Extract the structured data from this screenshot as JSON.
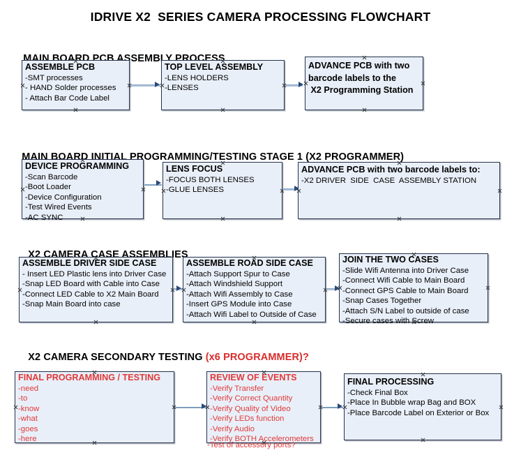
{
  "title": "IDRIVE X2  SERIES CAMERA PROCESSING FLOWCHART",
  "colors": {
    "box_fill": "#e9eff8",
    "box_border": "#23324d",
    "accent_red": "#d92c2c",
    "connector": "#a9c0d6",
    "arrow": "#2b4a7a",
    "text": "#000000"
  },
  "sections": [
    {
      "id": "main-board-pcb-assembly",
      "header": "MAIN BOARD PCB ASSEMBLY PROCESS",
      "header_accent": "",
      "boxes": [
        {
          "id": "assemble-pcb",
          "title": "ASSEMBLE PCB",
          "lines": [
            "-SMT processes",
            "- HAND Solder processes",
            "- Attach Bar Code Label"
          ]
        },
        {
          "id": "top-level-assembly",
          "title": "TOP LEVEL ASSEMBLY",
          "lines": [
            "-LENS HOLDERS",
            "-LENSES"
          ]
        },
        {
          "id": "advance-pcb-programming-station",
          "title": "ADVANCE PCB with two\nbarcode labels to the\n X2 Programming Station",
          "lines": []
        }
      ]
    },
    {
      "id": "main-board-initial-programming",
      "header": "MAIN BOARD INITIAL PROGRAMMING/TESTING STAGE 1 (X2 PROGRAMMER)",
      "header_accent": "",
      "boxes": [
        {
          "id": "device-programming",
          "title": "DEVICE PROGRAMMING",
          "lines": [
            "-Scan Barcode",
            "-Boot Loader",
            "-Device Configuration",
            "-Test Wired Events",
            "-AC SYNC"
          ]
        },
        {
          "id": "lens-focus",
          "title": "LENS FOCUS",
          "lines": [
            "-FOCUS BOTH LENSES",
            "-GLUE LENSES"
          ]
        },
        {
          "id": "advance-pcb-driver-side-case",
          "title": "ADVANCE PCB with two barcode labels to:",
          "lines": [
            "-X2 DRIVER  SIDE  CASE  ASSEMBLY STATION"
          ]
        }
      ]
    },
    {
      "id": "x2-camera-case-assemblies",
      "header": "X2 CAMERA CASE ASSEMBLIES",
      "header_accent": "",
      "boxes": [
        {
          "id": "assemble-driver-side-case",
          "title": "ASSEMBLE DRIVER SIDE CASE",
          "lines": [
            "- Insert LED Plastic lens into Driver Case",
            "-Snap LED Board with Cable into Case",
            "-Connect LED Cable to X2 Main Board",
            "-Snap Main Board into case"
          ]
        },
        {
          "id": "assemble-road-side-case",
          "title": "ASSEMBLE ROAD SIDE CASE",
          "lines": [
            "-Attach Support Spur to Case",
            "-Attach Windshield Support",
            "-Attach Wifi Assembly to Case",
            "-Insert GPS Module into Case",
            "-Attach Wifi Label to Outside of Case"
          ]
        },
        {
          "id": "join-the-two-cases",
          "title": "JOIN THE TWO CASES",
          "lines": [
            "-Slide Wifi Antenna into Driver Case",
            "-Connect Wifi Cable to Main Board",
            "-Connect GPS Cable to Main Board",
            "-Snap Cases Together",
            "-Attach S/N Label to outside of case",
            "-Secure cases with Screw"
          ]
        }
      ]
    },
    {
      "id": "x2-camera-secondary-testing",
      "header": "X2 CAMERA SECONDARY TESTING ",
      "header_accent": "(x6 PROGRAMMER)?",
      "boxes": [
        {
          "id": "final-programming-testing",
          "title": "FINAL PROGRAMMING / TESTING",
          "lines": [
            "-need",
            "-to",
            "-know",
            "-what",
            "-goes",
            "-here"
          ]
        },
        {
          "id": "review-of-events",
          "title": "REVIEW OF EVENTS",
          "lines": [
            "-Verify Transfer",
            "-Verify Correct Quantity",
            "-Verify Quality of Video",
            "-Verify LEDs function",
            "-Verify Audio",
            "-Verify BOTH Accelerometers"
          ],
          "overflow_line": "-Test of accessory ports?"
        },
        {
          "id": "final-processing",
          "title": "FINAL PROCESSING",
          "lines": [
            "-Check Final Box",
            "-Place In Bubble wrap Bag and BOX",
            "-Place Barcode Label on Exterior or Box"
          ]
        }
      ]
    }
  ]
}
